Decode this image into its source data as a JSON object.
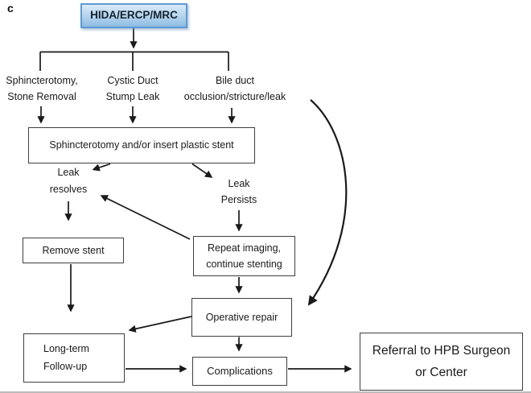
{
  "panel_label": "c",
  "nodes": {
    "root": "HIDA/ERCP/MRC",
    "branch1": "Sphincterotomy,\nStone Removal",
    "branch2": "Cystic Duct\nStump Leak",
    "branch3": "Bile duct\nocclusion/stricture/leak",
    "stent_box": "Sphincterotomy and/or insert plastic stent",
    "leak_resolves": "Leak\nresolves",
    "leak_persists": "Leak\nPersists",
    "remove_stent": "Remove stent",
    "repeat_imaging": "Repeat imaging,\ncontinue stenting",
    "operative_repair": "Operative repair",
    "long_term_follow_up": "Long-term\nFollow-up",
    "complications": "Complications",
    "referral": "Referral to HPB Surgeon\nor Center"
  },
  "colors": {
    "root_fill_top": "#dcebf7",
    "root_fill_mid": "#b3d4ec",
    "root_fill_bottom": "#8fbce2",
    "root_border": "#5b9bd5",
    "node_border": "#3f3f3f",
    "connector_line": "#1a1a1a",
    "figure_border": "#bbbbbb"
  }
}
